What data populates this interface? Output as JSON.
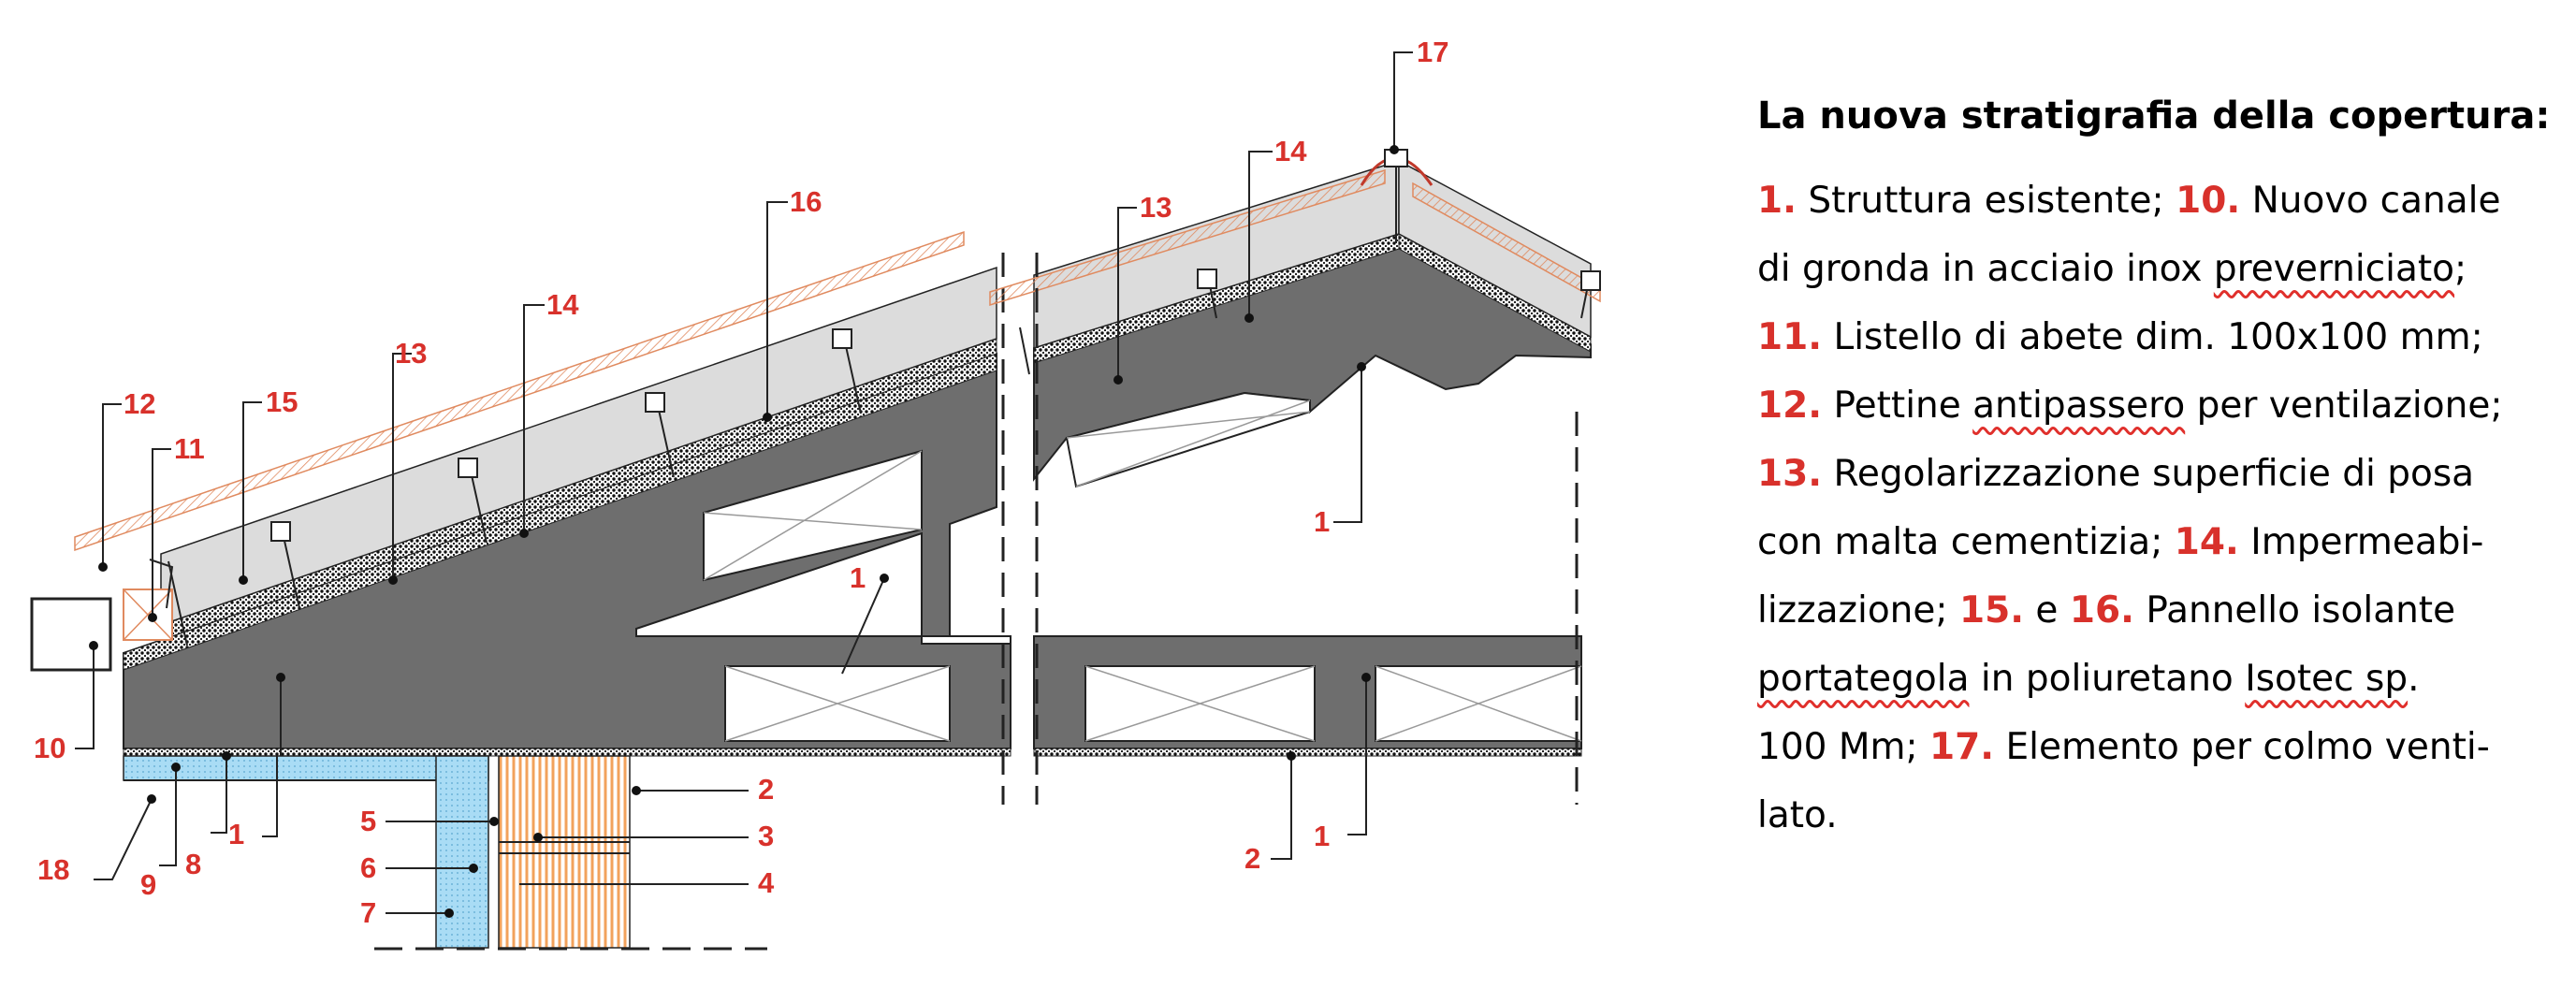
{
  "callouts": [
    "1",
    "1",
    "1",
    "1",
    "2",
    "2",
    "3",
    "4",
    "5",
    "6",
    "7",
    "8",
    "9",
    "10",
    "11",
    "12",
    "13",
    "13",
    "14",
    "14",
    "15",
    "16",
    "17",
    "18"
  ],
  "legend": {
    "title": "La nuova stratigrafia della copertura:",
    "lines": [
      [
        {
          "t": "1.",
          "c": "num"
        },
        {
          "t": " Struttura esistente; "
        },
        {
          "t": "10.",
          "c": "num"
        },
        {
          "t": " Nuovo canale"
        }
      ],
      [
        {
          "t": "di gronda in acciaio inox "
        },
        {
          "t": "preverniciato",
          "c": "sq"
        },
        {
          "t": ";"
        }
      ],
      [
        {
          "t": "11.",
          "c": "num"
        },
        {
          "t": " Listello di abete dim. 100x100 mm;"
        }
      ],
      [
        {
          "t": "12.",
          "c": "num"
        },
        {
          "t": " Pettine "
        },
        {
          "t": "antipassero",
          "c": "sq"
        },
        {
          "t": " per ventilazione;"
        }
      ],
      [
        {
          "t": "13.",
          "c": "num"
        },
        {
          "t": " Regolarizzazione superficie di posa"
        }
      ],
      [
        {
          "t": "con malta cementizia; "
        },
        {
          "t": "14.",
          "c": "num"
        },
        {
          "t": "  Impermeabi-"
        }
      ],
      [
        {
          "t": "lizzazione; "
        },
        {
          "t": "15.",
          "c": "num"
        },
        {
          "t": " e "
        },
        {
          "t": "16.",
          "c": "num"
        },
        {
          "t": " Pannello isolante"
        }
      ],
      [
        {
          "t": "portategola",
          "c": "sq"
        },
        {
          "t": " in poliuretano "
        },
        {
          "t": "Isotec sp",
          "c": "sq"
        },
        {
          "t": "."
        }
      ],
      [
        {
          "t": "100 Mm; "
        },
        {
          "t": "17.",
          "c": "num"
        },
        {
          "t": " Elemento per colmo venti-"
        }
      ],
      [
        {
          "t": "lato."
        }
      ]
    ]
  },
  "colors": {
    "label": "#d8312b",
    "concrete": "#6e6e6e",
    "insulation": "#dcdcdc",
    "tile": "#e08a5f",
    "timber": "#f2a25c",
    "blue_insulation": "#a9dcf5",
    "squiggle": "#e0302c"
  }
}
